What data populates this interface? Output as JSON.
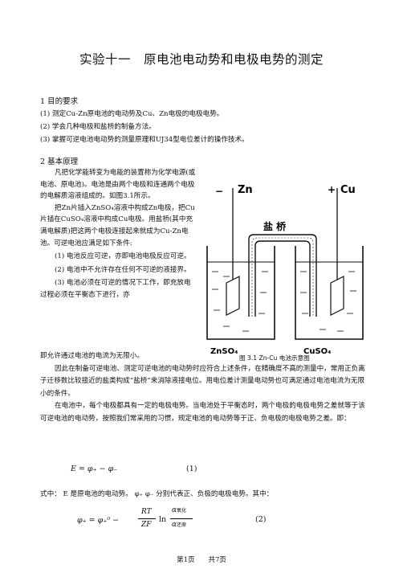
{
  "title": "实验十一　原电池电动势和电极电势的测定",
  "section1": {
    "heading": "1  目的要求",
    "items": [
      "(1)  测定Cu-Zn原电池的电动势及Cu、Zn电极的电极电势。",
      "(2)  学会几种电极和盐桥的制备方法。",
      "(3)  掌握可逆电池电动势的测量原理和UJ34型电位差计的操作技术。"
    ]
  },
  "section2": {
    "heading": "2  基本原理",
    "left_paragraphs": [
      "凡把化学能转变为电能的装置称为化学电源(或电池、原电池)。电池是由两个电极和连通两个电极的电解质溶液组成的。如图3.1所示。",
      "把Zn片插入ZnSO₄溶液中构成Zn电极，把Cu片插在CuSO₄溶液中构成Cu电极。用盐桥(其中充满电解质)把这两个电极连接起来就成为Cu-Zn电池。可逆电池应满足如下条件:",
      "(1)  电池反应可逆，亦即电池电极反应可逆。",
      "(2)  电池中不允许存在任何不可逆的液接界。",
      "(3)  电池必须在可逆的情况下工作，即充放电过程必须在平衡态下进行，亦"
    ],
    "full_paragraphs": [
      "即允许通过电池的电流为无限小。",
      "因此在制备可逆电池、测定可逆电池的电动势时应符合上述条件，在精确度不高的测量中，常用正负离子迁移数比较接近的盐类构成“盐桥”来消除液接电位。用电位差计测量电动势也可满足通过电池电流为无限小的条件。",
      "在电池中，每个电极都具有一定的电极电势。当电池处于平衡态时，两个电极的电极电势之差就等于该可逆电池的电动势，按照我们常采用的习惯，规定电池的电动势等于正、负电极的电极电势之差。即："
    ],
    "eq1": "E = φ₊ − φ₋",
    "eq1_no": "(1)",
    "where_text": "式中：  E 是原电池的电动势。 φ₊ φ₋ 分别代表正、负极的电极电势。其中：",
    "eq2_lhs": "φ₊ = φ₊⁰ −",
    "eq2_num": "RT",
    "eq2_den": "ZF",
    "eq2_ln": "ln",
    "eq2_anum": "α",
    "eq2_anum_sub": "氧化",
    "eq2_aden": "α",
    "eq2_aden_sub": "还原",
    "eq2_no": "(2)"
  },
  "figure": {
    "label_zn_top": "Zn",
    "label_cu_top": "Cu",
    "minus": "−",
    "plus": "+",
    "salt_bridge": "盐 桥",
    "znso4": "ZnSO₄",
    "cuso4": "CuSO₄",
    "caption": "图 3.1    Zn-Cu 电池示意图"
  },
  "footer": "第1页　　共7页"
}
